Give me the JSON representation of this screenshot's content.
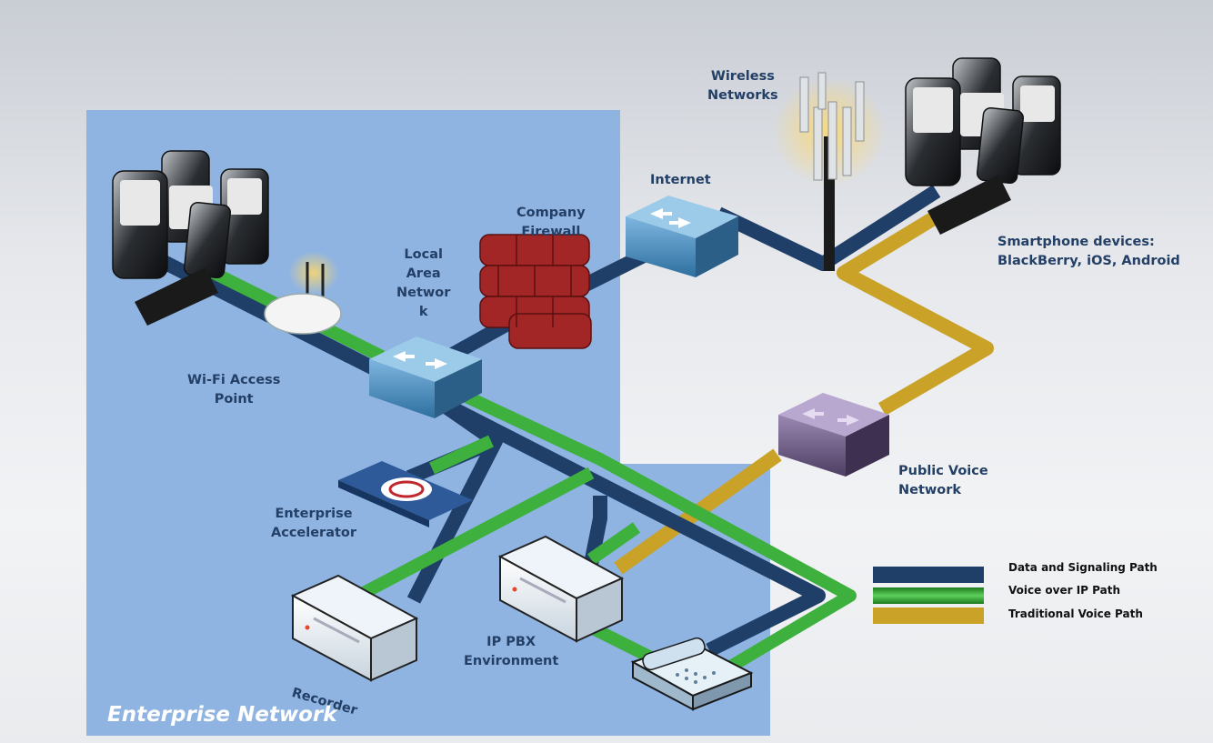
{
  "labels": {
    "wireless": "Wireless\nNetworks",
    "internet": "Internet",
    "smartphones": "Smartphone devices:\nBlackBerry, iOS, Android",
    "firewall": "Company\nFirewall",
    "lan": "Local\nArea\nNetwor\nk",
    "wifi": "Wi-Fi Access\nPoint",
    "accelerator": "Enterprise\nAccelerator",
    "public_voice": "Public Voice\nNetwork",
    "ipbx": "IP PBX\nEnvironment",
    "recorder": "Recorder",
    "enterprise_network": "Enterprise Network"
  },
  "legend": [
    {
      "label": "Data and Signaling Path",
      "color": "#1f3f68"
    },
    {
      "label": "Voice over IP Path",
      "color": "#3db03d"
    },
    {
      "label": "Traditional Voice Path",
      "color": "#c9a227"
    }
  ],
  "colors": {
    "data_path": "#1f3f68",
    "voip_path": "#3db03d",
    "traditional_path": "#c9a227",
    "switch": "#4a90c2",
    "public_switch": "#6e5c86",
    "firewall": "#a52a2a"
  }
}
